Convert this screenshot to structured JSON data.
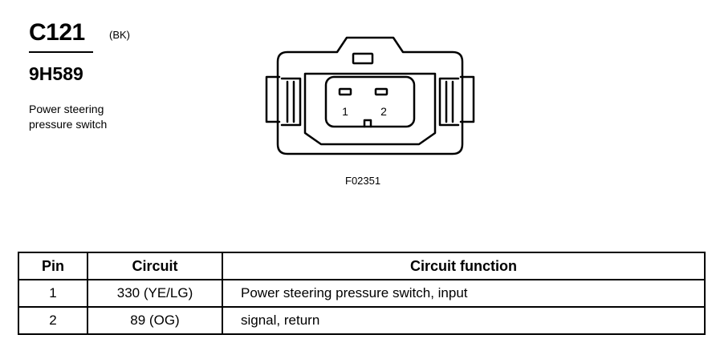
{
  "connector": {
    "id": "C121",
    "color": "(BK)",
    "part_number": "9H589",
    "description_line1": "Power steering",
    "description_line2": "pressure switch"
  },
  "figure": {
    "id": "F02351",
    "pin_labels": [
      "1",
      "2"
    ]
  },
  "table": {
    "headers": {
      "pin": "Pin",
      "circuit": "Circuit",
      "function": "Circuit function"
    },
    "rows": [
      {
        "pin": "1",
        "circuit": "330 (YE/LG)",
        "function": "Power steering pressure switch, input"
      },
      {
        "pin": "2",
        "circuit": "89 (OG)",
        "function": "signal, return"
      }
    ]
  }
}
